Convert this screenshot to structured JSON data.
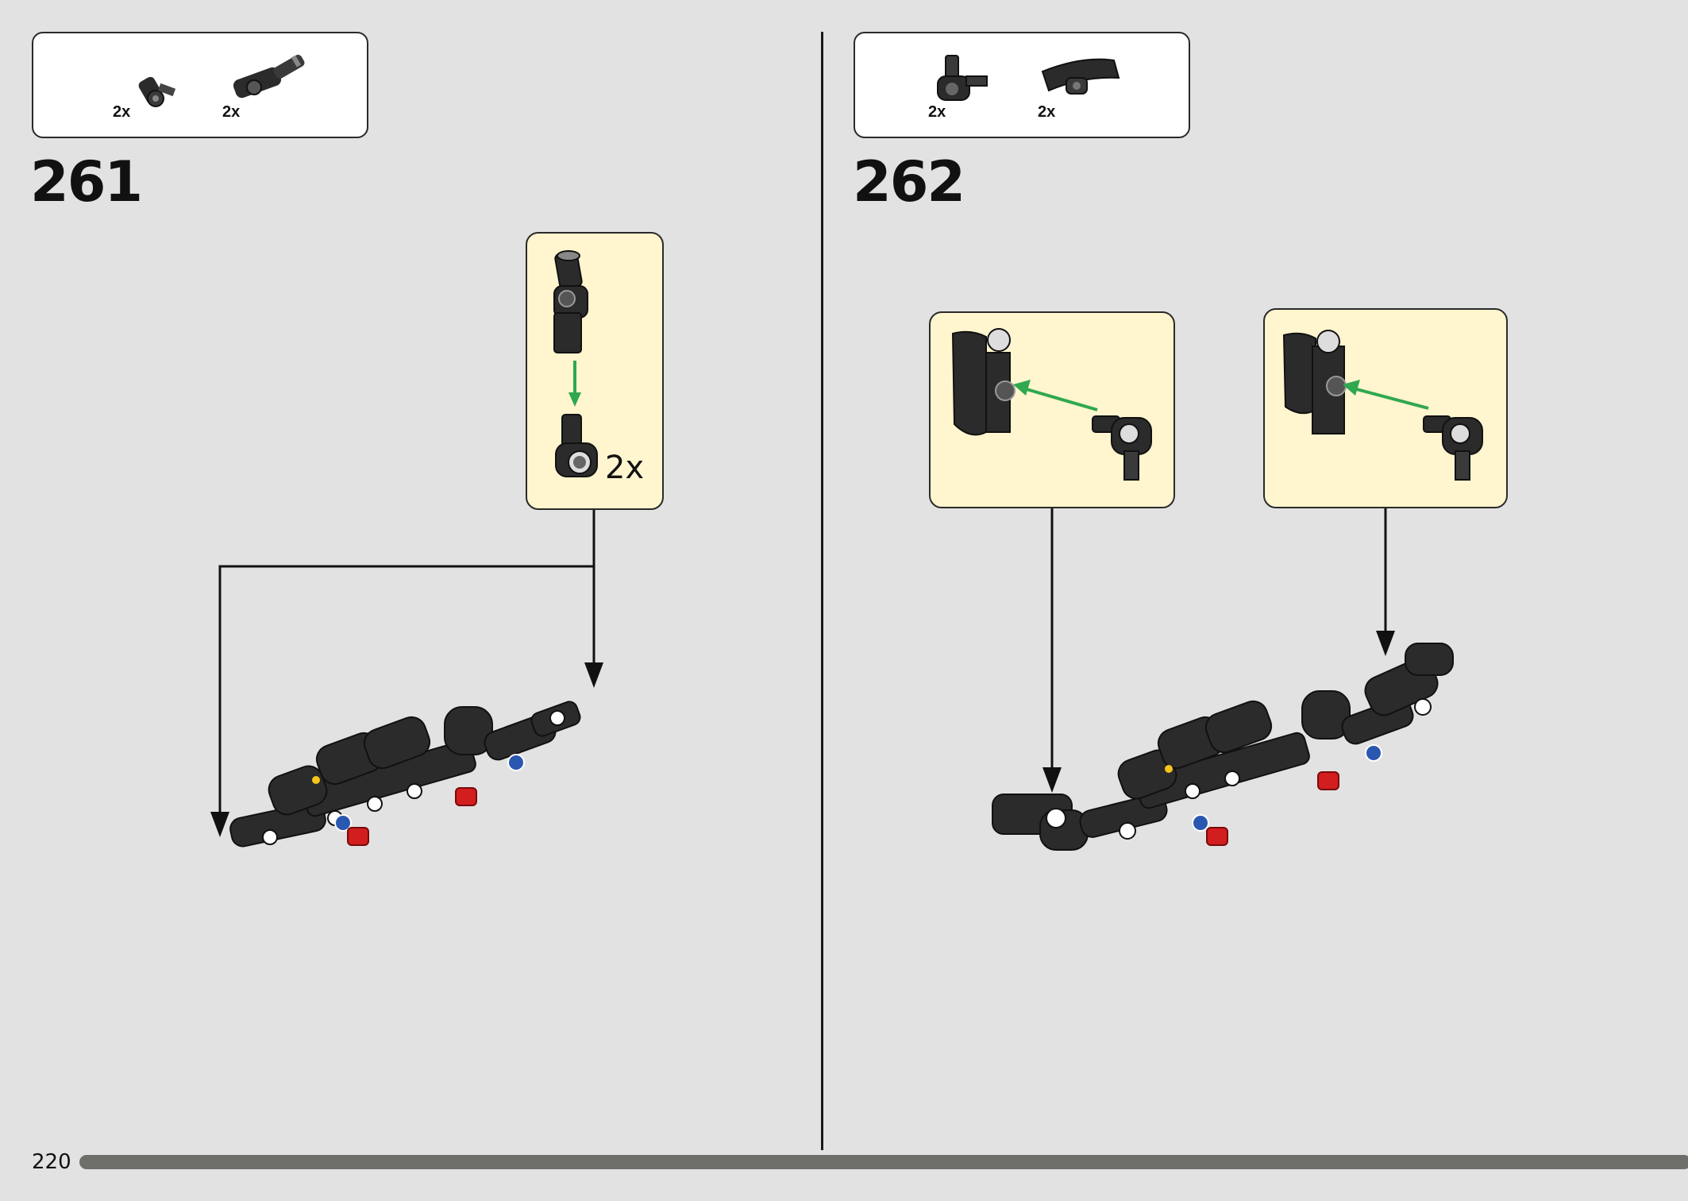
{
  "page": {
    "number": "220",
    "progress_percent": 100
  },
  "steps": [
    {
      "number": "261",
      "parts": [
        {
          "icon": "axle-pin-connector-icon",
          "qty": "2x"
        },
        {
          "icon": "angled-axle-connector-icon",
          "qty": "2x"
        }
      ],
      "callout_qty": "2x"
    },
    {
      "number": "262",
      "parts": [
        {
          "icon": "perpendicular-connector-icon",
          "qty": "2x"
        },
        {
          "icon": "curved-panel-icon",
          "qty": "2x"
        }
      ]
    }
  ],
  "colors": {
    "background": "#e2e2e2",
    "callout_bg": "#fff5ce",
    "part_black": "#2b2b2b",
    "arrow_green": "#2fa84f",
    "pin_red": "#d21e1e",
    "pin_blue": "#2a57b0"
  }
}
